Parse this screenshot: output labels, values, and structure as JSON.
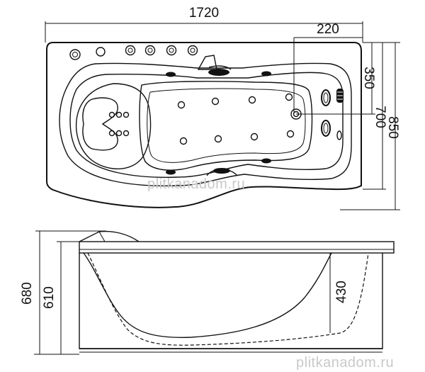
{
  "top_view": {
    "width_label": "1720",
    "offset_label": "220",
    "drain_height_label": "350",
    "inner_depth_label": "700",
    "outer_depth_label": "850",
    "watermark": "plitkanadom.ru"
  },
  "side_view": {
    "total_height_label": "680",
    "tub_height_label": "610",
    "basin_depth_label": "430",
    "watermark": "plitkanadom.ru"
  }
}
